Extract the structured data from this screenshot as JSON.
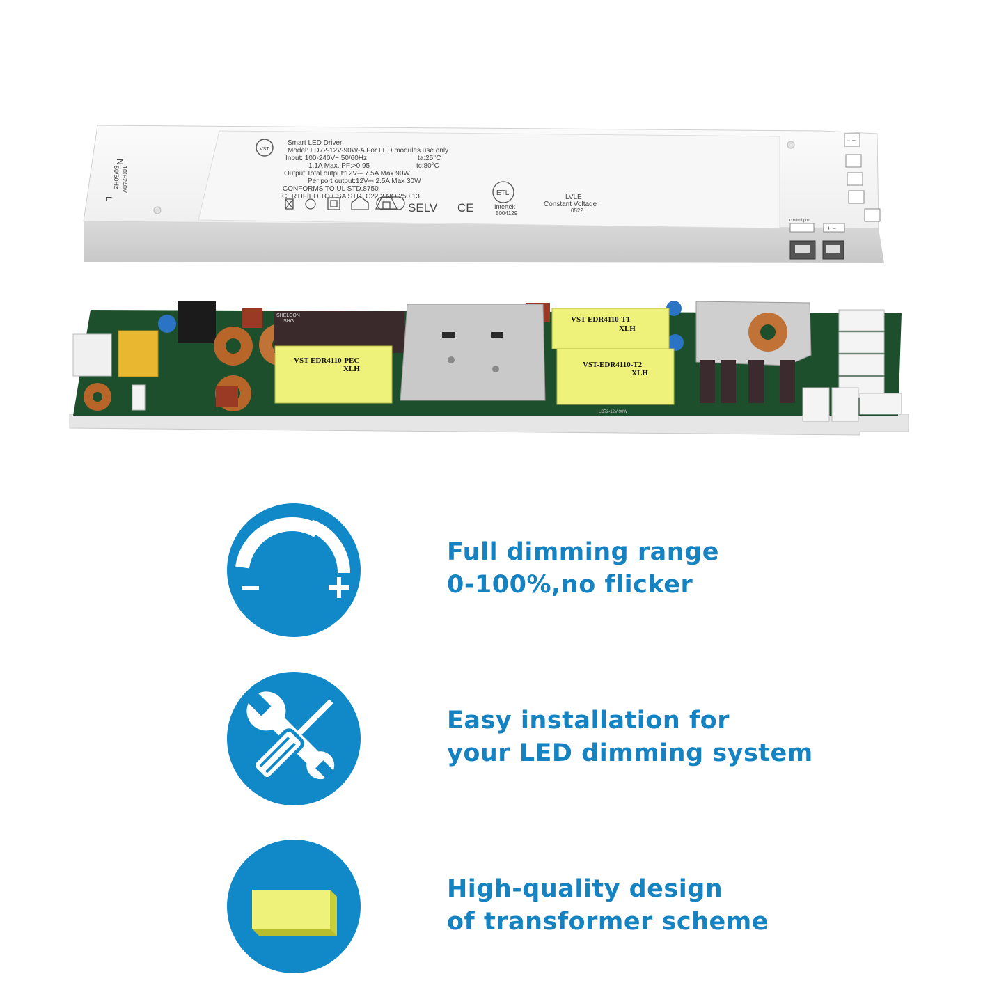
{
  "driver_label": {
    "brand": "VST",
    "lines": [
      "Smart LED Driver",
      "Model: LD72-12V-90W-A  For LED modules use only",
      "Input: 100-240V~   50/60Hz",
      "ta:25°C",
      "1.1A Max.  PF:>0.95",
      "tc:80°C",
      "Output:Total output:12V⎓ 7.5A  Max 90W",
      "Per port output:12V⎓ 2.5A  Max 30W",
      "CONFORMS TO UL STD.8750",
      "CERTIFIED TO CSA STD. C22.2 NO.250.13"
    ],
    "selv": "SELV",
    "ce": "CE",
    "etl_mark": "ETL",
    "intertek": "Intertek",
    "intertek_no": "5004129",
    "lvle": "LVLE",
    "constant_voltage": "Constant Voltage",
    "lvle_no": "0522",
    "side_n": "N",
    "side_l": "L",
    "side_input": "100-240V",
    "side_freq": "50/60Hz",
    "control_port": "control port",
    "port_pm": "− +",
    "control_pm": "+ −"
  },
  "pcb": {
    "transformer_t1": "VST-EDR4110-T1",
    "transformer_t2": "VST-EDR4110-T2",
    "transformer_pec": "VST-EDR4110-PEC",
    "maker": "XLH",
    "cap_brand": "SHELCON",
    "cap_code": "SHG",
    "board_model": "LD72-12V-90W"
  },
  "features": [
    {
      "icon": "dimming-dial-icon",
      "line1": "Full dimming range",
      "line2": "0-100%,no flicker"
    },
    {
      "icon": "tools-icon",
      "line1": "Easy installation for",
      "line2": "your LED dimming system"
    },
    {
      "icon": "transformer-block-icon",
      "line1": "High-quality design",
      "line2": "of transformer scheme"
    }
  ],
  "colors": {
    "accent_blue": "#1189c8",
    "text_blue": "#1582c1",
    "pcb_green": "#1d4f2c",
    "transformer_yellow": "#eef27a"
  }
}
